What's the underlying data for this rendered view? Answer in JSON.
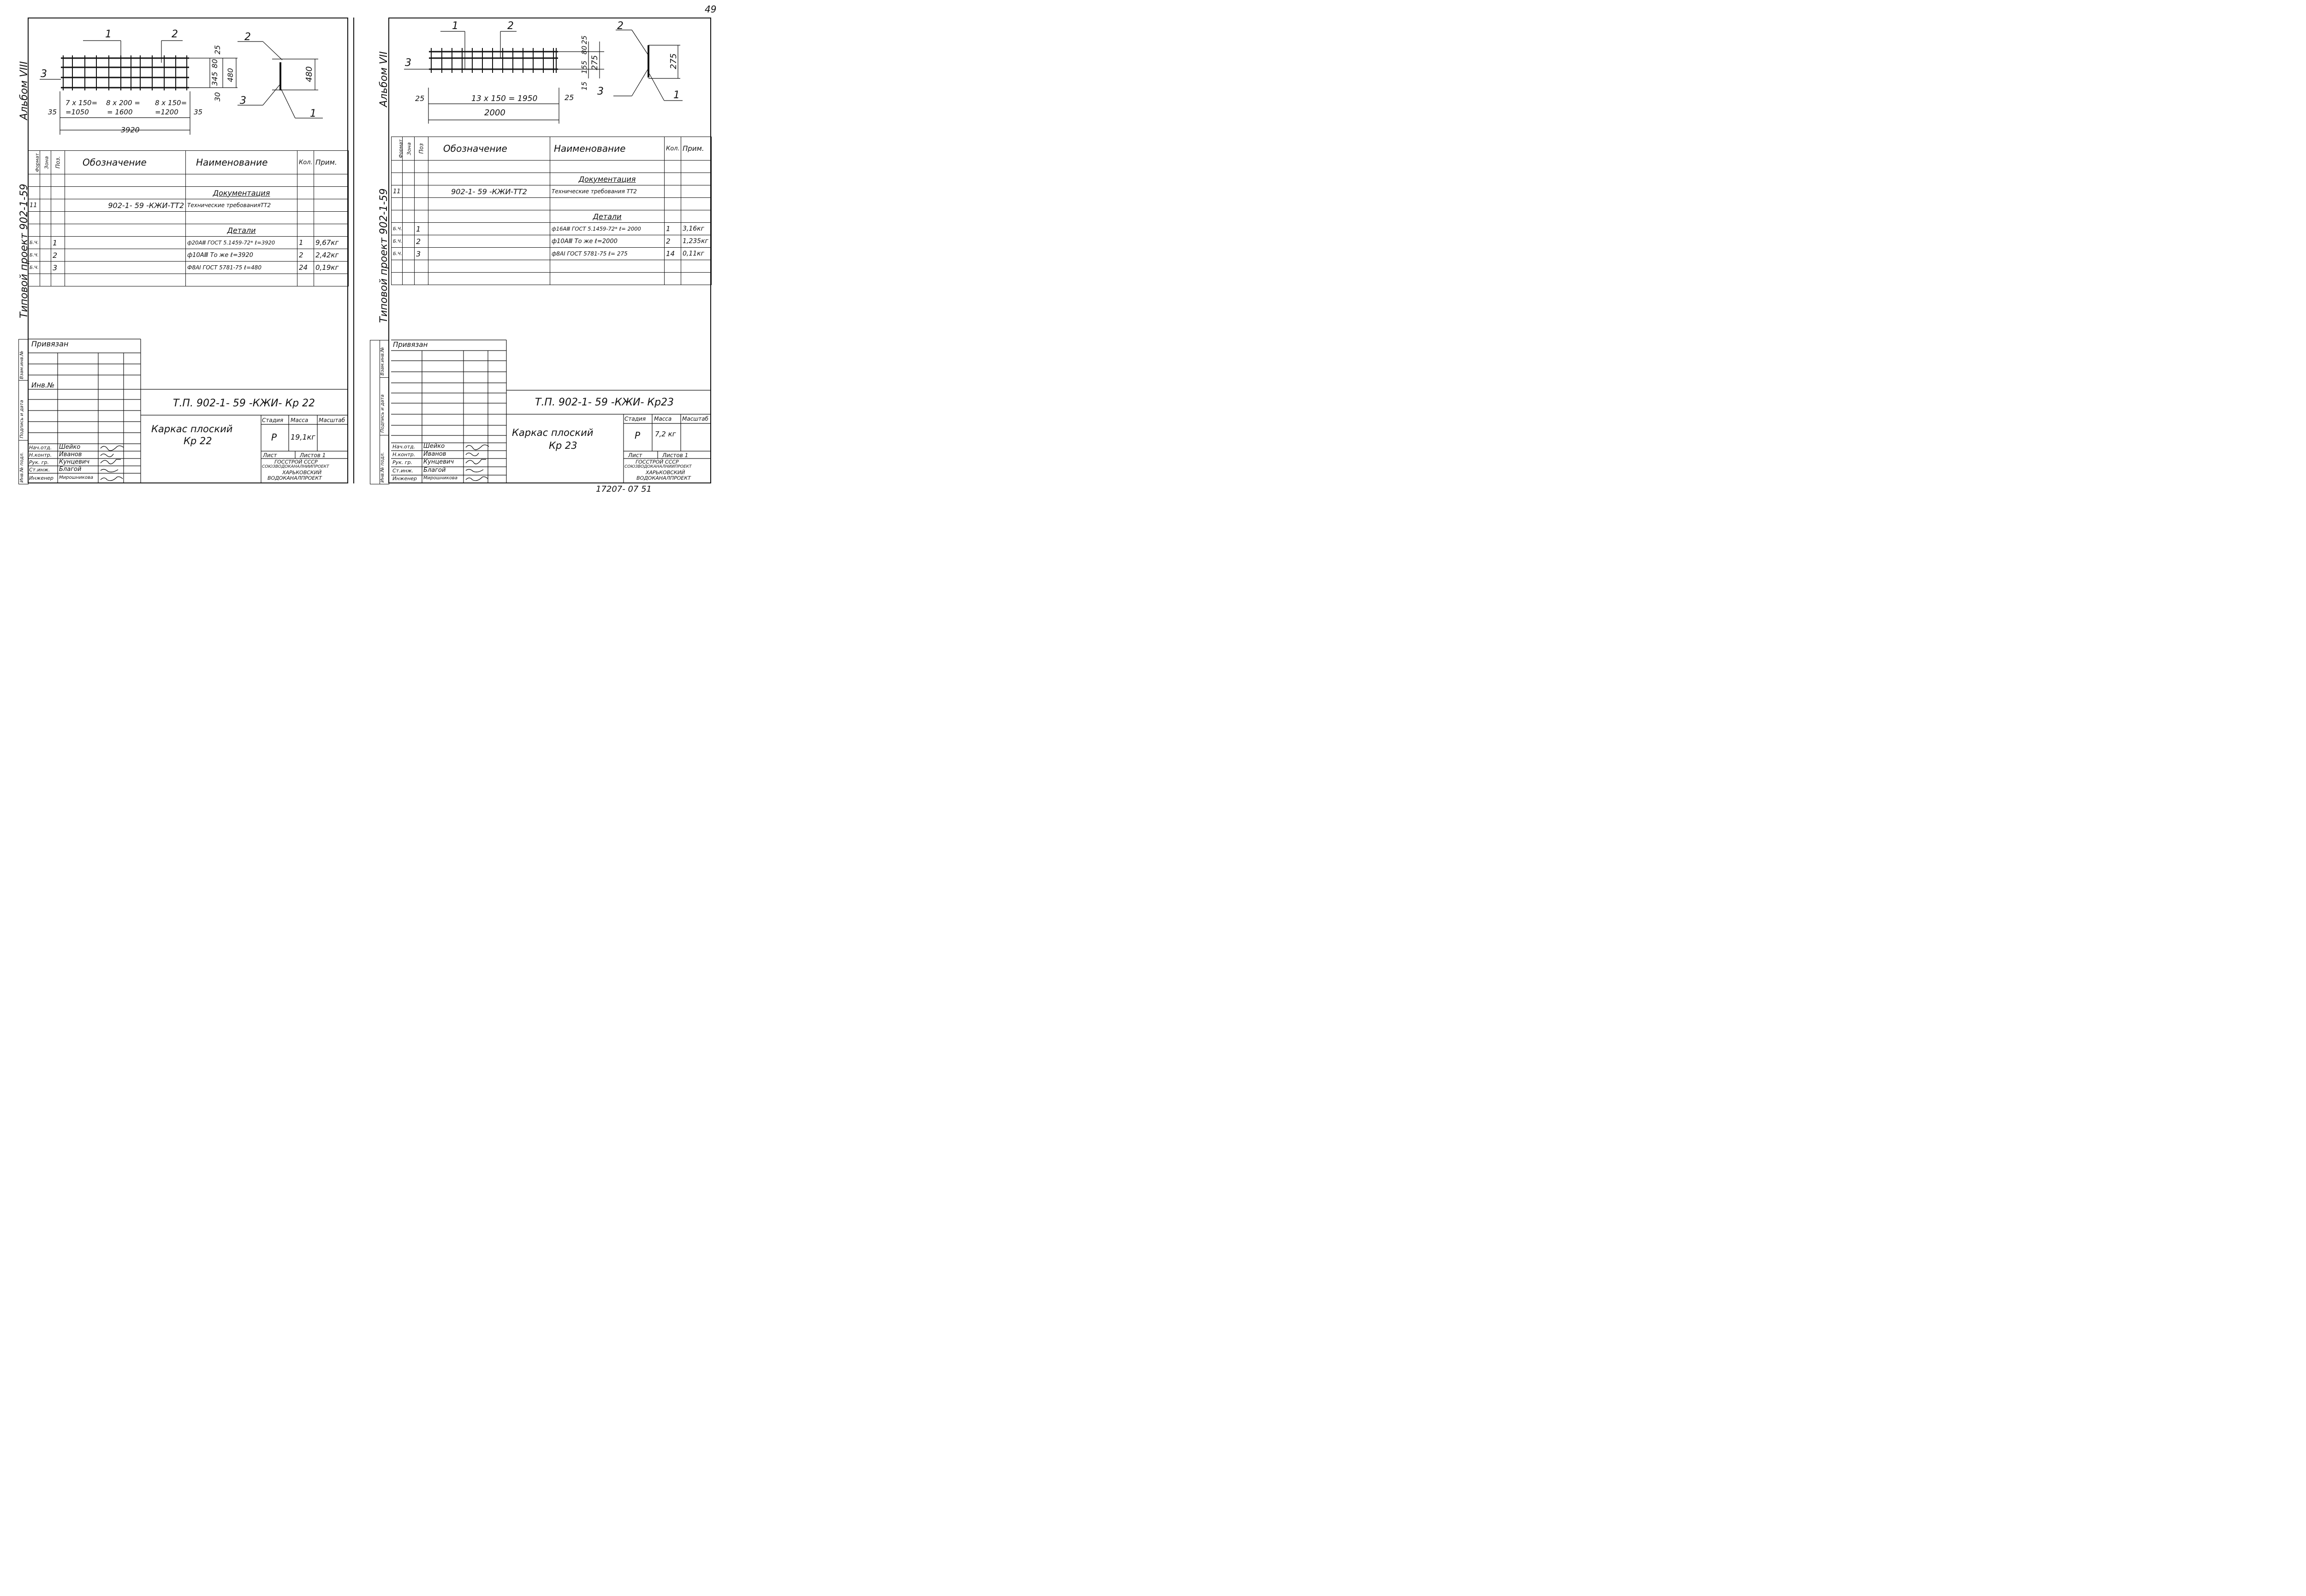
{
  "page_number": "49",
  "bottom_note": "17207- 07   51",
  "sheets": [
    {
      "album": "Альбом VIII",
      "project": "Типовой проект 902-1-59",
      "drawing": {
        "labels": [
          "1",
          "2",
          "3",
          "2",
          "3",
          "1"
        ],
        "dims": [
          "25",
          "345",
          "80",
          "480",
          "30",
          "480",
          "35",
          "7 x 150=",
          "=1050",
          "8 x 200 =",
          "= 1600",
          "8 x 150=",
          "=1200",
          "35",
          "3920"
        ]
      },
      "spec": {
        "headers": [
          "Формат",
          "Зона",
          "Поз.",
          "Обозначение",
          "Наименование",
          "Кол.",
          "Прим."
        ],
        "section_docs": "Документация",
        "doc_row": {
          "format": "11",
          "designation": "902-1- 59 -КЖИ-ТТ2",
          "name": "Технические требованияТТ2"
        },
        "section_details": "Детали",
        "rows": [
          {
            "format": "Б.Ч.",
            "pos": "1",
            "name": "ф20АⅢ ГОСТ 5.1459-72* ℓ=3920",
            "qty": "1",
            "note": "9,67кг"
          },
          {
            "format": "Б.Ч.",
            "pos": "2",
            "name": "ф10АⅢ   То же    ℓ=3920",
            "qty": "2",
            "note": "2,42кг"
          },
          {
            "format": "Б.Ч.",
            "pos": "3",
            "name": "Ф8АI ГОСТ 5781-75  ℓ=480",
            "qty": "24",
            "note": "0,19кг"
          }
        ]
      },
      "side_labels": [
        "Взам.инв.№",
        "Подпись и дата",
        "Инв.№ подл."
      ],
      "title_block": {
        "privyazan": "Привязан",
        "inv": "Инв.№",
        "code": "Т.П. 902-1- 59 -КЖИ- Кр 22",
        "name": "Каркас плоский",
        "mark": "Кр 22",
        "stage_header": "Стадия",
        "mass_header": "Масса",
        "scale_header": "Масштаб",
        "stage": "Р",
        "mass": "19,1кг",
        "sheet": "Лист",
        "sheets": "Листов 1",
        "org": [
          "ГОССТРОЙ СССР",
          "СОЮЗВОДОКАНАЛНИИПРОЕКТ",
          "ХАРЬКОВСКИЙ",
          "ВОДОКАНАЛПРОЕКТ"
        ],
        "people": [
          {
            "role": "Нач.отд.",
            "name": "Шейко"
          },
          {
            "role": "Н.контр.",
            "name": "Иванов"
          },
          {
            "role": "Рук. гр.",
            "name": "Кунцевич"
          },
          {
            "role": "Ст.инж.",
            "name": "Благой"
          },
          {
            "role": "Инженер",
            "name": "Мирошникова"
          }
        ]
      }
    },
    {
      "album": "Альбом VII",
      "project": "Типовой проект 902-1-59",
      "drawing": {
        "labels": [
          "1",
          "2",
          "3",
          "2",
          "3",
          "1"
        ],
        "dims": [
          "80",
          "25",
          "155",
          "275",
          "15",
          "275",
          "25",
          "13 x 150 = 1950",
          "25",
          "2000"
        ]
      },
      "spec": {
        "headers": [
          "Формат",
          "Зона",
          "Поз",
          "Обозначение",
          "Наименование",
          "Кол.",
          "Прим."
        ],
        "section_docs": "Документация",
        "doc_row": {
          "format": "11",
          "designation": "902-1- 59 -КЖИ-ТТ2",
          "name": "Технические требования ТТ2"
        },
        "section_details": "Детали",
        "rows": [
          {
            "format": "Б.Ч.",
            "pos": "1",
            "name": "ф16АⅢ ГОСТ 5.1459-72* ℓ= 2000",
            "qty": "1",
            "note": "3,16кг"
          },
          {
            "format": "Б.Ч.",
            "pos": "2",
            "name": "ф10АⅢ   То же    ℓ=2000",
            "qty": "2",
            "note": "1,235кг"
          },
          {
            "format": "Б.Ч.",
            "pos": "3",
            "name": "ф8АI ГОСТ 5781-75  ℓ= 275",
            "qty": "14",
            "note": "0,11кг"
          }
        ]
      },
      "side_labels": [
        "Взам.инв.№",
        "Подпись и дата",
        "Инв.№ подл."
      ],
      "title_block": {
        "privyazan": "Привязан",
        "inv": "",
        "code": "Т.П. 902-1- 59 -КЖИ- Кр23",
        "name": "Каркас плоский",
        "mark": "Кр 23",
        "stage_header": "Стадия",
        "mass_header": "Масса",
        "scale_header": "Масштаб",
        "stage": "Р",
        "mass": "7,2 кг",
        "sheet": "Лист",
        "sheets": "Листов 1",
        "org": [
          "ГОССТРОЙ СССР",
          "СОЮЗВОДОКАНАЛНИИПРОЕКТ",
          "ХАРЬКОВСКИЙ",
          "ВОДОКАНАЛПРОЕКТ"
        ],
        "people": [
          {
            "role": "Нач.отд.",
            "name": "Шейко"
          },
          {
            "role": "Н.контр.",
            "name": "Иванов"
          },
          {
            "role": "Рук. гр.",
            "name": "Кунцевич"
          },
          {
            "role": "Ст.инж.",
            "name": "Благой"
          },
          {
            "role": "Инженер",
            "name": "Мирошникова"
          }
        ]
      }
    }
  ]
}
